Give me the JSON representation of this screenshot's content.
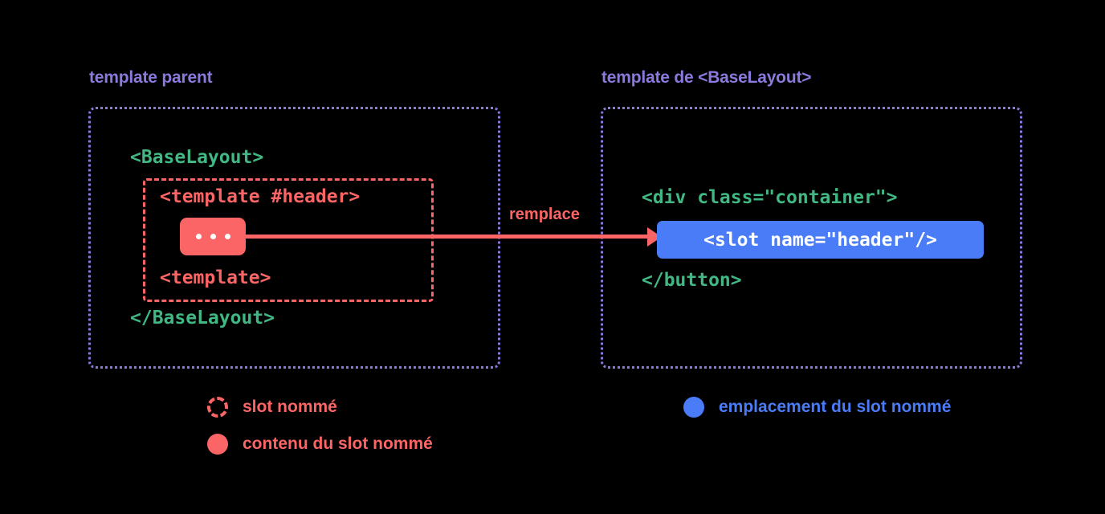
{
  "diagram": {
    "title_hidden": "Vue named slot replacement diagram",
    "colors": {
      "background": "#000000",
      "caption_purple": "#8b79dd",
      "code_green": "#41b883",
      "code_red": "#fb6565",
      "slot_blue": "#4a7cf7",
      "white": "#ffffff"
    },
    "panels": {
      "left": {
        "caption": "template parent",
        "code_lines": {
          "baselayout_open": "<BaseLayout>",
          "template_header_open": "<template #header>",
          "template_close": "<template>",
          "baselayout_close": "</BaseLayout>"
        },
        "slot_content_pill": "..."
      },
      "right": {
        "caption": "template de <BaseLayout>",
        "code_lines": {
          "div_container": "<div class=\"container\">",
          "button_close": "</button>"
        },
        "slot_placement": "<slot name=\"header\"/>"
      }
    },
    "arrow": {
      "label": "remplace"
    },
    "legend": [
      {
        "id": "named-slot",
        "label": "slot nommé",
        "swatch": "dashed-circle-red",
        "color": "#fb6565"
      },
      {
        "id": "named-slot-content",
        "label": "contenu du slot nommé",
        "swatch": "filled-circle-red",
        "color": "#fb6565"
      },
      {
        "id": "named-slot-placement",
        "label": "emplacement du slot nommé",
        "swatch": "filled-circle-blue",
        "color": "#4a7cf7"
      }
    ]
  }
}
